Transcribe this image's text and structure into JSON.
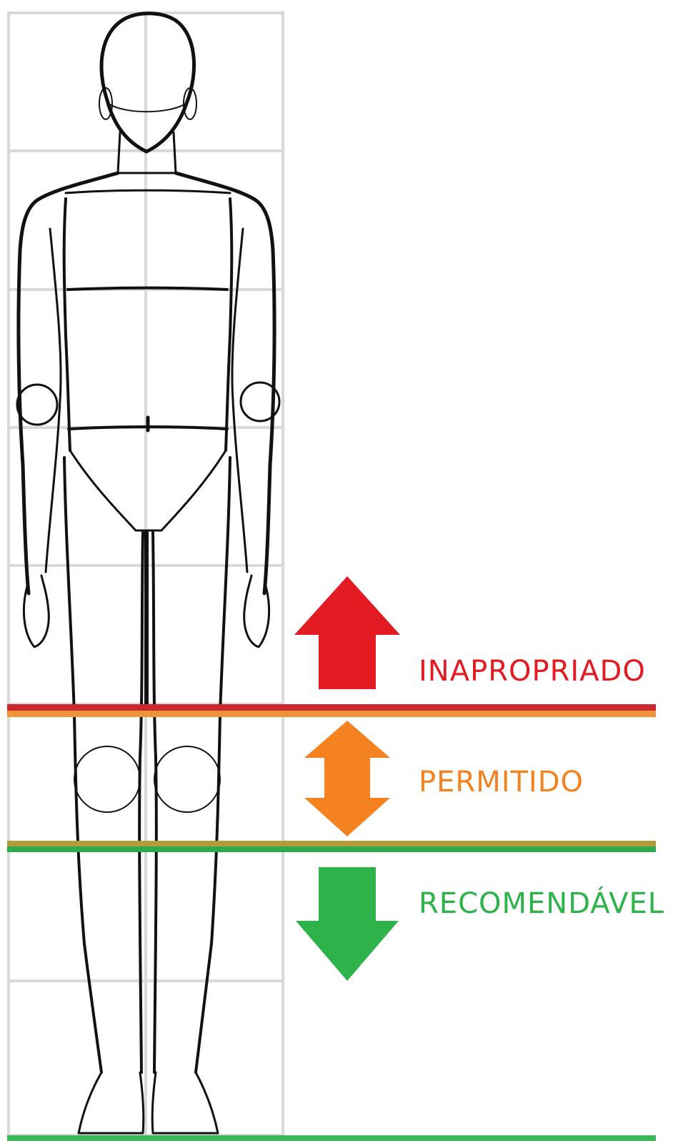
{
  "zones": {
    "inapropriado": {
      "label": "INAPROPRIADO",
      "color": "#e31b23"
    },
    "permitido": {
      "label": "PERMITIDO",
      "color": "#f58220"
    },
    "recomendavel": {
      "label": "RECOMENDÁVEL",
      "color": "#2db34a"
    }
  },
  "lines": {
    "upper_red": "#c8292e",
    "upper_orange": "#f0923a",
    "lower_olive": "#b39a3a",
    "lower_green": "#2fa84f",
    "bottom_green": "#3cb85c"
  },
  "grid_color": "#d9d9d9",
  "figure_stroke": "#111111"
}
